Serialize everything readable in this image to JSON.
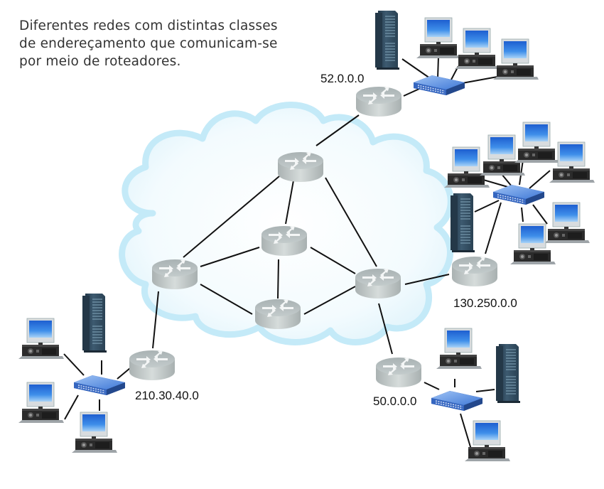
{
  "caption": {
    "lines": [
      "Diferentes redes com distintas classes",
      "de endereçamento que comunicam-se",
      "por meio de roteadores."
    ]
  },
  "colors": {
    "cloud_fill": "#f2fbff",
    "cloud_edge": "#bfe8f7",
    "router_top": "#b9c2c2",
    "router_side": "#c9d0cf",
    "switch_top": "#5b8fdc",
    "screen": "#2f7de0",
    "server": "#2e4556",
    "pc_case": "#2b2b2b",
    "link": "#111111"
  },
  "networks": [
    {
      "id": "net-52",
      "label": "52.0.0.0"
    },
    {
      "id": "net-130",
      "label": "130.250.0.0"
    },
    {
      "id": "net-210",
      "label": "210.30.40.0"
    },
    {
      "id": "net-50",
      "label": "50.0.0.0"
    }
  ]
}
